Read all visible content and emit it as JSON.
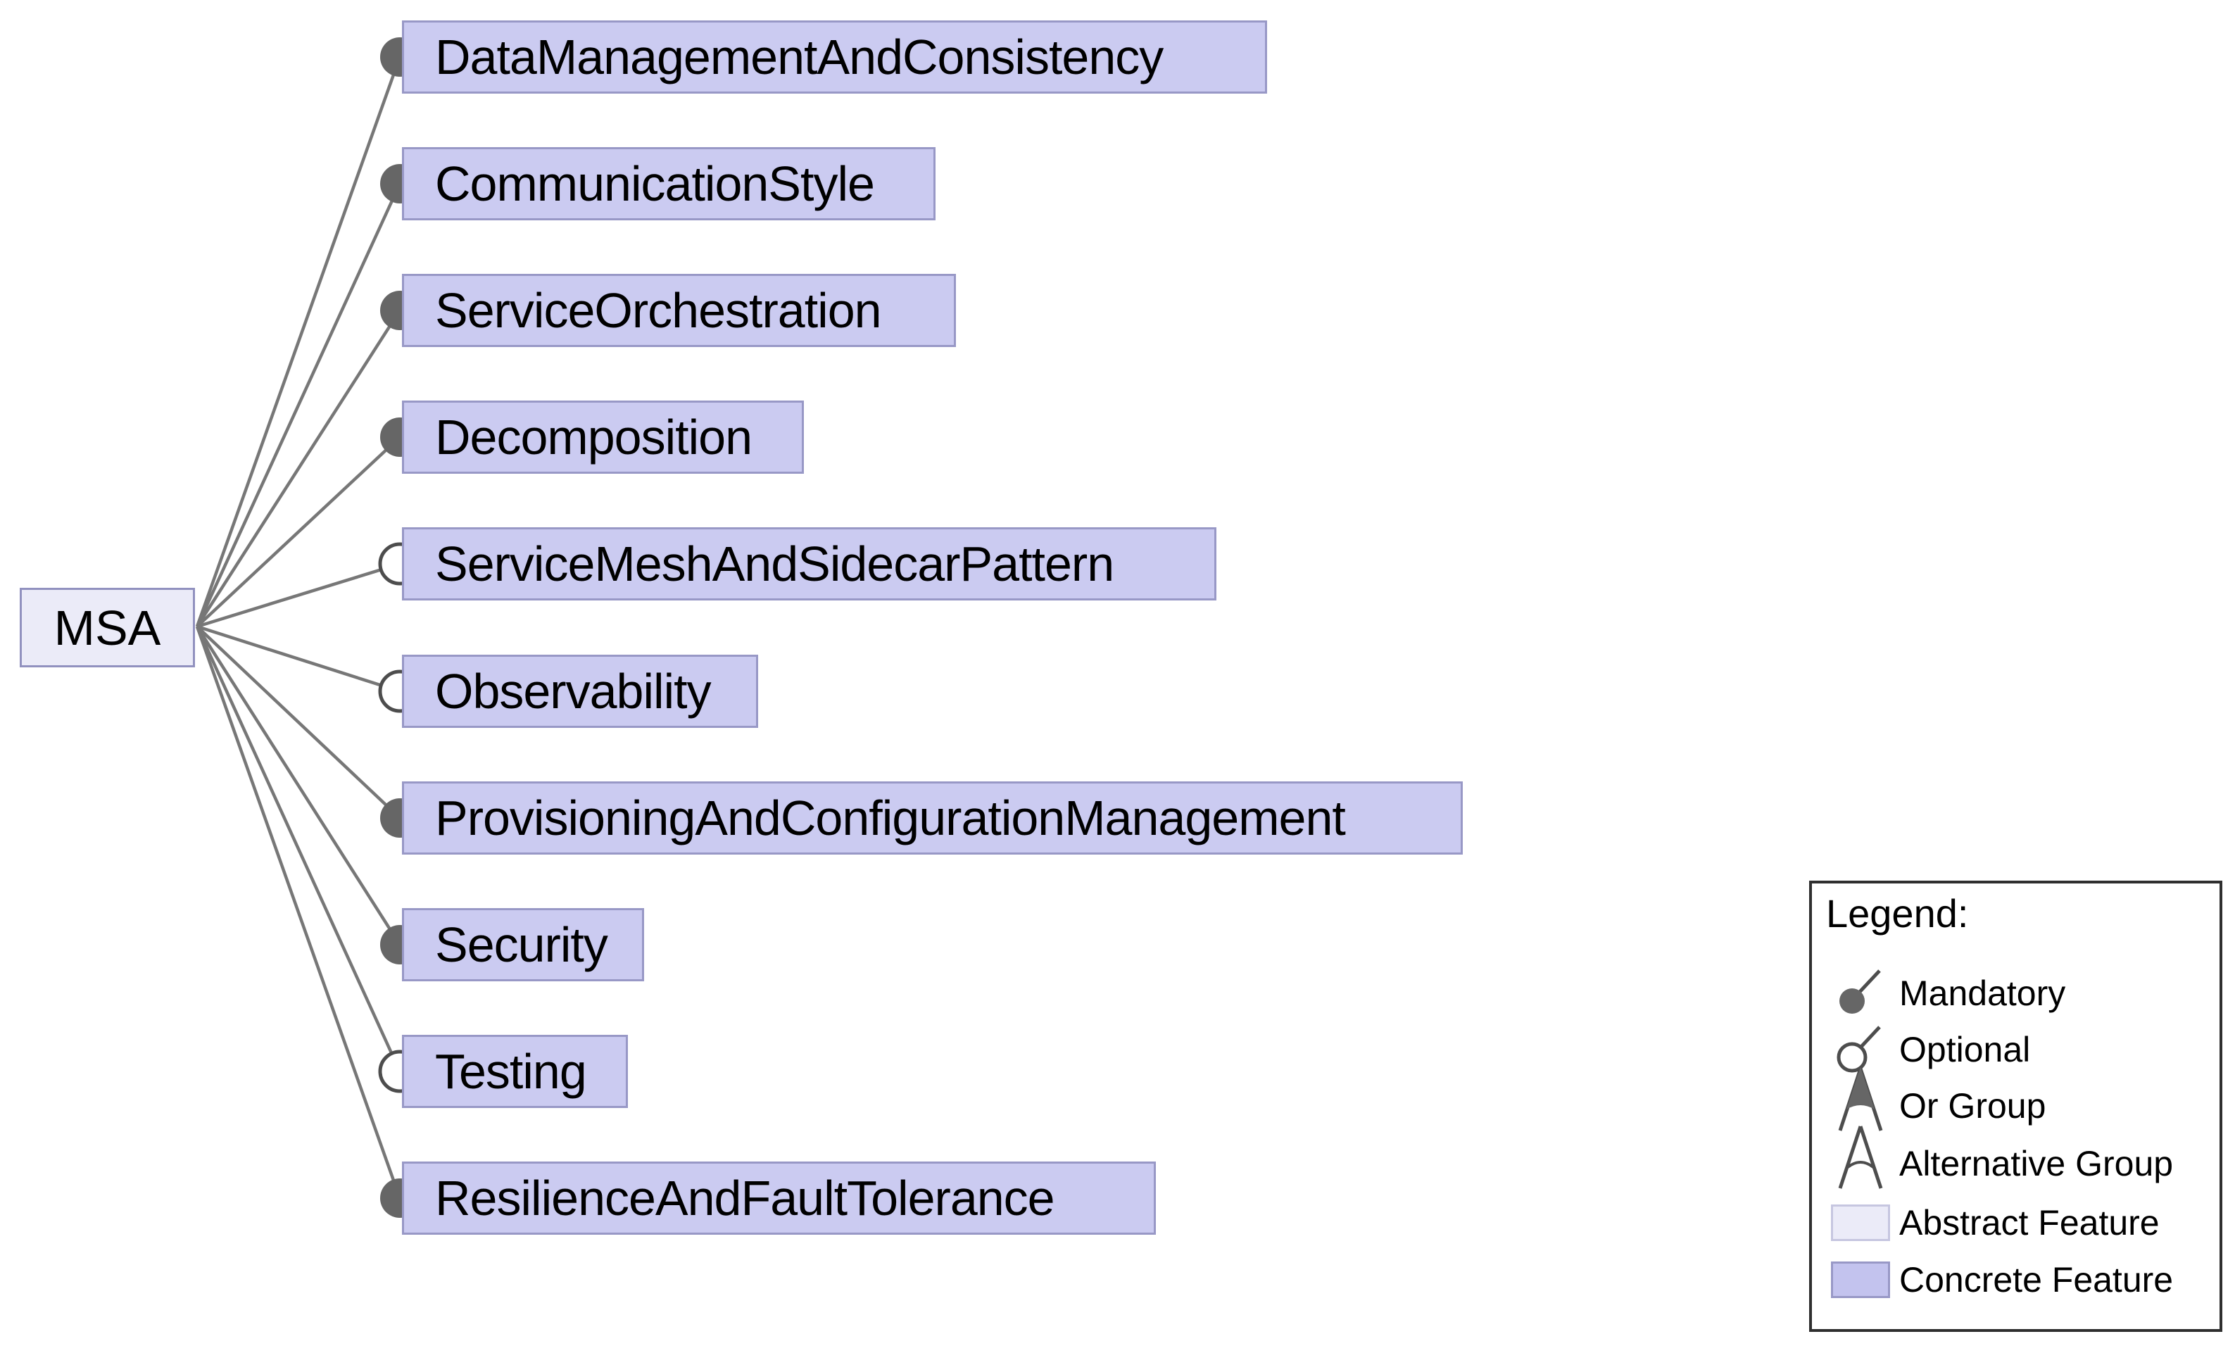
{
  "diagram": {
    "root": {
      "label": "MSA",
      "type": "abstract-feature"
    },
    "features": [
      {
        "label": "DataManagementAndConsistency",
        "relation": "mandatory",
        "type": "concrete-feature"
      },
      {
        "label": "CommunicationStyle",
        "relation": "mandatory",
        "type": "concrete-feature"
      },
      {
        "label": "ServiceOrchestration",
        "relation": "mandatory",
        "type": "concrete-feature"
      },
      {
        "label": "Decomposition",
        "relation": "mandatory",
        "type": "concrete-feature"
      },
      {
        "label": "ServiceMeshAndSidecarPattern",
        "relation": "optional",
        "type": "concrete-feature"
      },
      {
        "label": "Observability",
        "relation": "optional",
        "type": "concrete-feature"
      },
      {
        "label": "ProvisioningAndConfigurationManagement",
        "relation": "mandatory",
        "type": "concrete-feature"
      },
      {
        "label": "Security",
        "relation": "mandatory",
        "type": "concrete-feature"
      },
      {
        "label": "Testing",
        "relation": "optional",
        "type": "concrete-feature"
      },
      {
        "label": "ResilienceAndFaultTolerance",
        "relation": "mandatory",
        "type": "concrete-feature"
      }
    ]
  },
  "legend": {
    "title": "Legend:",
    "items": [
      {
        "icon": "mandatory-icon",
        "label": "Mandatory"
      },
      {
        "icon": "optional-icon",
        "label": "Optional"
      },
      {
        "icon": "or-group-icon",
        "label": "Or Group"
      },
      {
        "icon": "alternative-group-icon",
        "label": "Alternative Group"
      },
      {
        "icon": "abstract-feature-swatch",
        "label": "Abstract Feature"
      },
      {
        "icon": "concrete-feature-swatch",
        "label": "Concrete Feature"
      }
    ]
  },
  "colors": {
    "concrete_feature_fill": "#cbcbf1",
    "concrete_feature_border": "#9898c6",
    "abstract_feature_fill": "#ebebf8",
    "abstract_feature_border": "#9191bf",
    "connector_line": "#777777",
    "mandatory_symbol": "#666666",
    "optional_symbol_outline": "#4d4d4d",
    "legend_border": "#2f2f2f",
    "text": "#000000"
  }
}
